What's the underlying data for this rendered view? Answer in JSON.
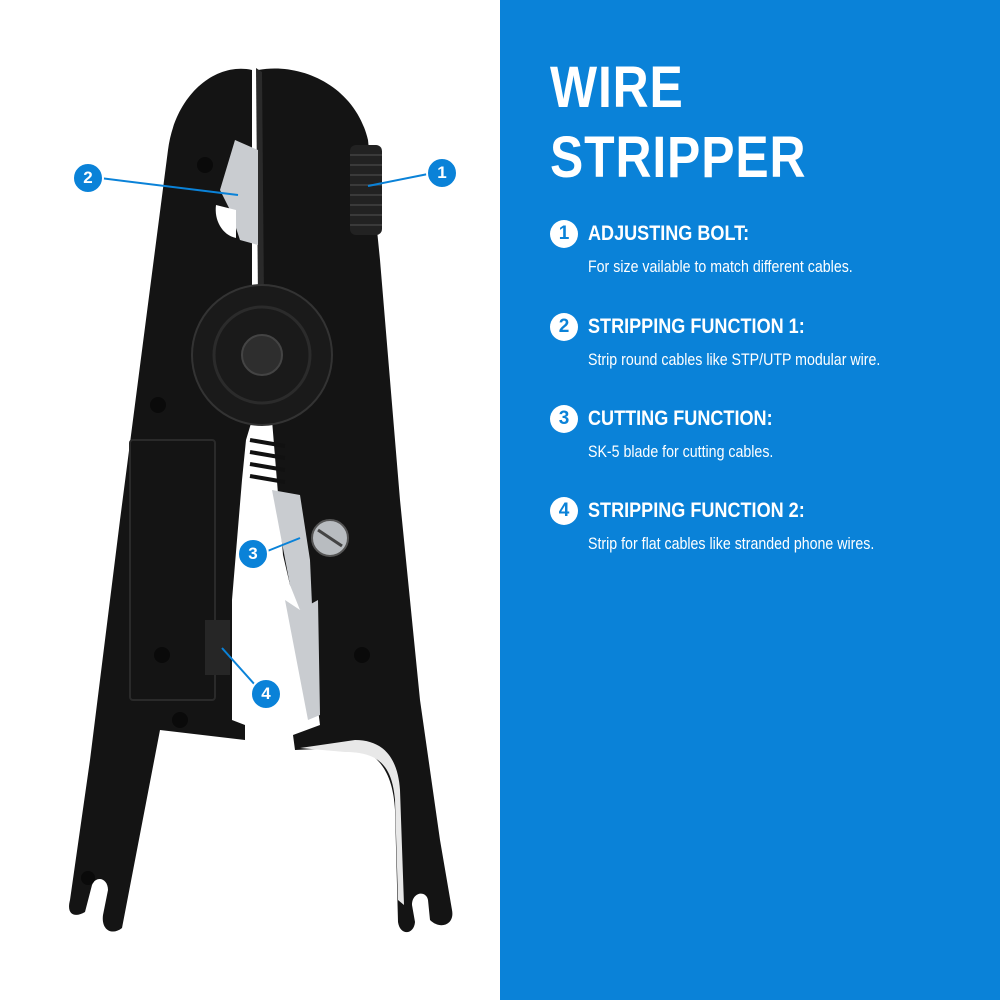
{
  "title": {
    "line1": "WIRE",
    "line2": "STRIPPER"
  },
  "features": [
    {
      "number": "1",
      "title": "ADJUSTING BOLT:",
      "description": "For size vailable to match different cables."
    },
    {
      "number": "2",
      "title": "STRIPPING FUNCTION 1:",
      "description": "Strip round cables like STP/UTP modular wire."
    },
    {
      "number": "3",
      "title": "CUTTING FUNCTION:",
      "description": "SK-5 blade for cutting cables."
    },
    {
      "number": "4",
      "title": "STRIPPING FUNCTION 2:",
      "description": "Strip for flat cables like stranded phone wires."
    }
  ],
  "callouts": [
    "1",
    "2",
    "3",
    "4"
  ],
  "colors": {
    "accent": "#0a82d8",
    "tool_body": "#141414",
    "blade": "#c9ccd0",
    "text_on_accent": "#ffffff"
  },
  "icons": [
    "wire-stripper-tool-image"
  ]
}
